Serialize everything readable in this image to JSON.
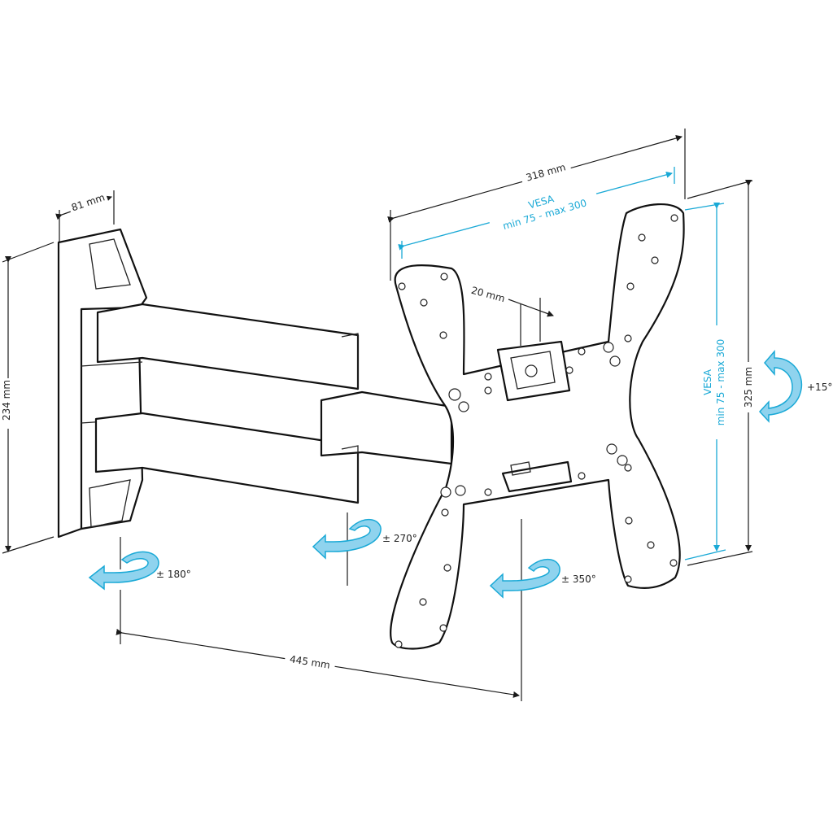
{
  "dimensions": {
    "arm_depth": "81 mm",
    "height": "234 mm",
    "plate_width": "318 mm",
    "plate_height": "325 mm",
    "extension": "445 mm",
    "tilt_width": "20 mm"
  },
  "vesa": {
    "label": "VESA",
    "range": "min 75 - max 300"
  },
  "rotations": {
    "wall_swivel": "± 180°",
    "arm_swivel": "± 270°",
    "head_swivel": "± 350°",
    "tilt": "+15°"
  },
  "colors": {
    "accent": "#1aa9d6",
    "arrow_fill": "#8fd3ee",
    "line": "#1a1a1a"
  }
}
